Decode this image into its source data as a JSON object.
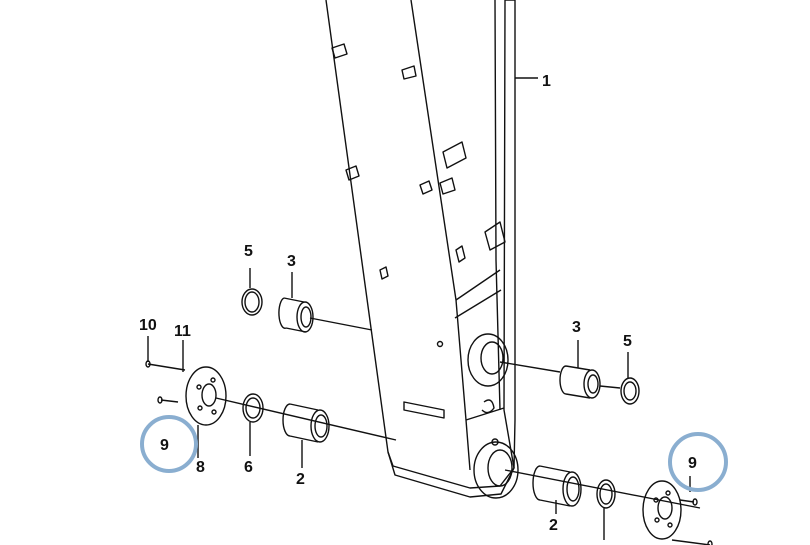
{
  "diagram": {
    "labels": {
      "l1": "1",
      "l2a": "2",
      "l2b": "2",
      "l3a": "3",
      "l3b": "3",
      "l5a": "5",
      "l5b": "5",
      "l6": "6",
      "l8": "8",
      "l9a": "9",
      "l9b": "9",
      "l10": "10",
      "l11": "11"
    },
    "highlight_color": "#8aaed0"
  }
}
